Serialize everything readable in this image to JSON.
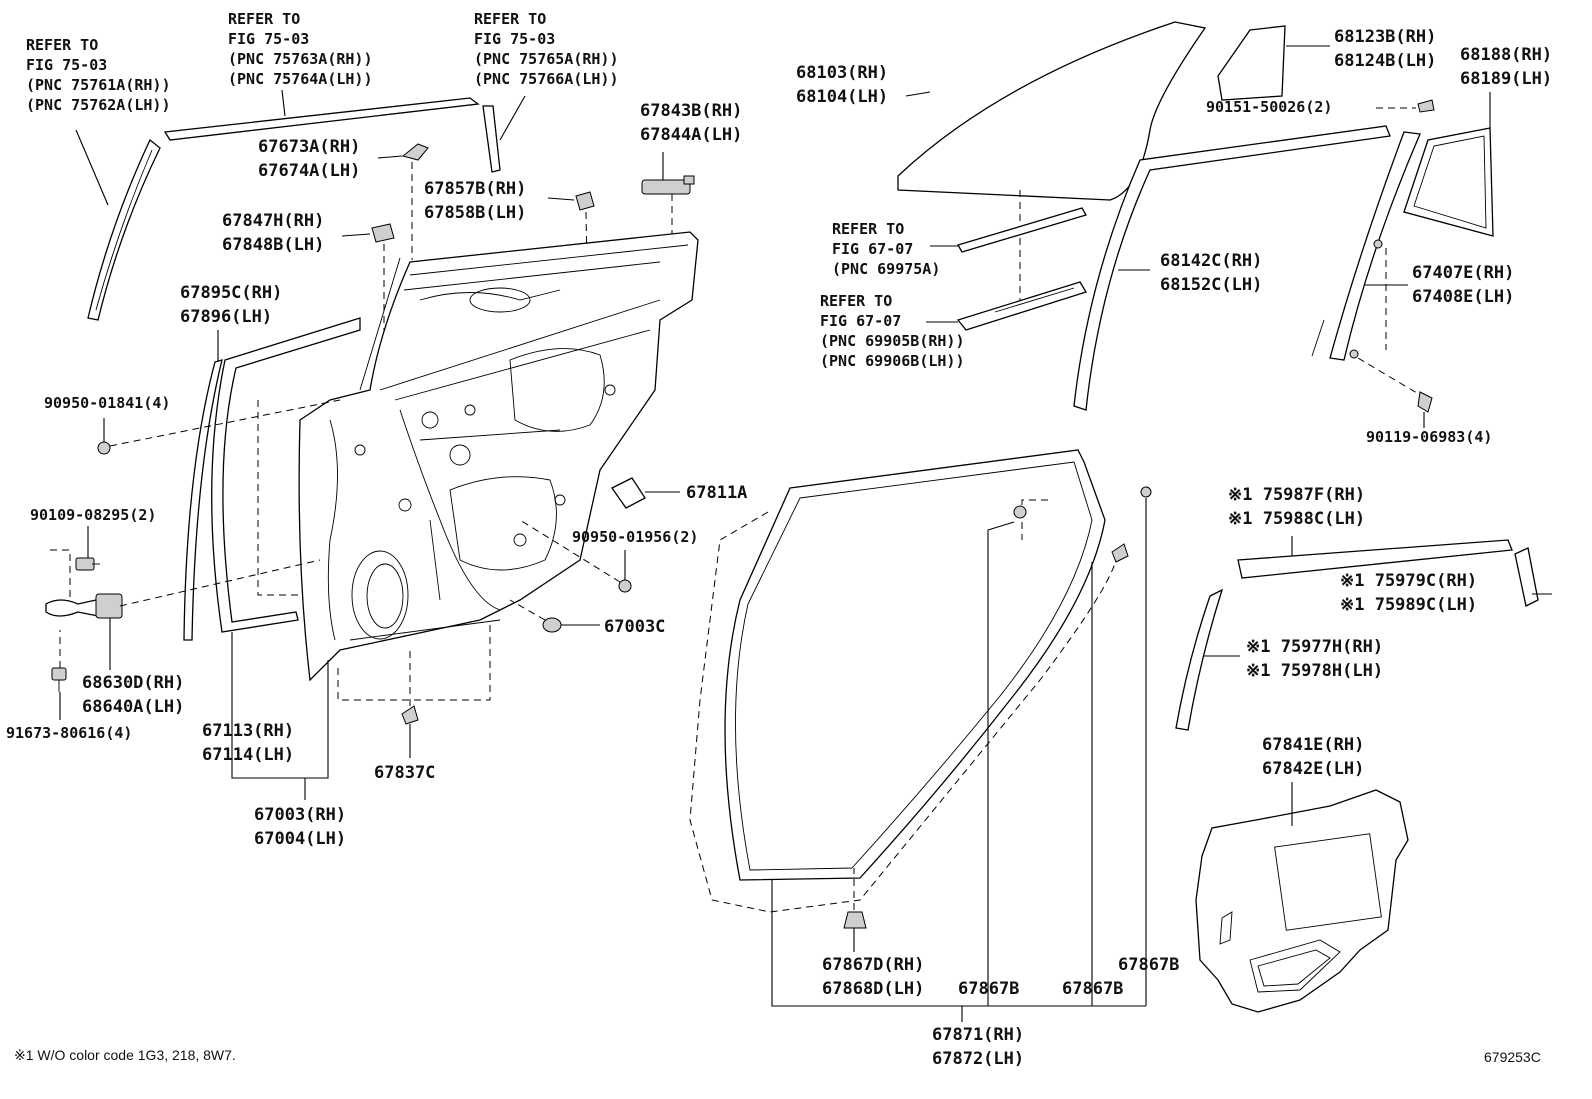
{
  "labels": {
    "refer_a": [
      "REFER TO",
      "FIG 75-03",
      "(PNC 75761A(RH))",
      "(PNC 75762A(LH))"
    ],
    "refer_b": [
      "REFER TO",
      "FIG 75-03",
      "(PNC 75763A(RH))",
      "(PNC 75764A(LH))"
    ],
    "refer_c": [
      "REFER TO",
      "FIG 75-03",
      "(PNC 75765A(RH))",
      "(PNC 75766A(LH))"
    ],
    "refer_d": [
      "REFER TO",
      "FIG 67-07",
      "(PNC 69975A)"
    ],
    "refer_e": [
      "REFER TO",
      "FIG 67-07",
      "(PNC 69905B(RH))",
      "(PNC 69906B(LH))"
    ],
    "p67673": [
      "67673A(RH)",
      "67674A(LH)"
    ],
    "p67843": [
      "67843B(RH)",
      "67844A(LH)"
    ],
    "p67857": [
      "67857B(RH)",
      "67858B(LH)"
    ],
    "p67847": [
      "67847H(RH)",
      "67848B(LH)"
    ],
    "p67895": [
      "67895C(RH)",
      "67896(LH)"
    ],
    "p90950_01841": "90950-01841(4)",
    "p90109": "90109-08295(2)",
    "p68630": [
      "68630D(RH)",
      "68640A(LH)"
    ],
    "p91673": "91673-80616(4)",
    "p67113": [
      "67113(RH)",
      "67114(LH)"
    ],
    "p67003_door": [
      "67003(RH)",
      "67004(LH)"
    ],
    "p67837": "67837C",
    "p67003c": "67003C",
    "p90950_01956": "90950-01956(2)",
    "p67811": "67811A",
    "p68103": [
      "68103(RH)",
      "68104(LH)"
    ],
    "p68123": [
      "68123B(RH)",
      "68124B(LH)"
    ],
    "p68188": [
      "68188(RH)",
      "68189(LH)"
    ],
    "p90151": "90151-50026(2)",
    "p68142": [
      "68142C(RH)",
      "68152C(LH)"
    ],
    "p67407": [
      "67407E(RH)",
      "67408E(LH)"
    ],
    "p90119": "90119-06983(4)",
    "p75987": [
      "※1 75987F(RH)",
      "※1 75988C(LH)"
    ],
    "p75979": [
      "※1 75979C(RH)",
      "※1 75989C(LH)"
    ],
    "p75977": [
      "※1 75977H(RH)",
      "※1 75978H(LH)"
    ],
    "p67841": [
      "67841E(RH)",
      "67842E(LH)"
    ],
    "p67867d": [
      "67867D(RH)",
      "67868D(LH)"
    ],
    "p67867b_a": "67867B",
    "p67867b_b": "67867B",
    "p67867b_c": "67867B",
    "p67871": [
      "67871(RH)",
      "67872(LH)"
    ],
    "footnote": "※1 W/O color code 1G3, 218, 8W7.",
    "figure_code": "679253C"
  }
}
